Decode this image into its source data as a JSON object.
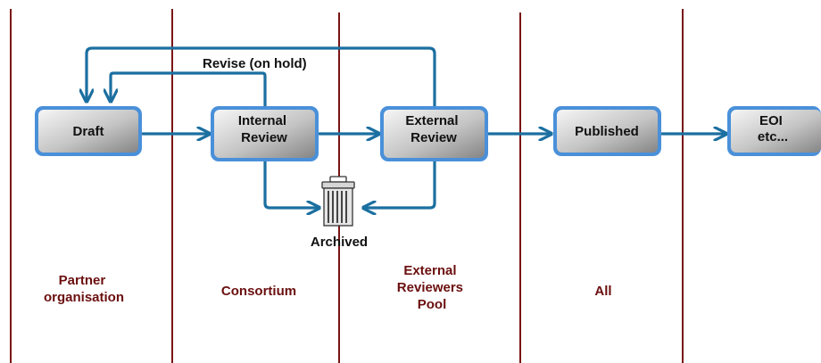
{
  "colors": {
    "divider": "#7a1414",
    "lane_label": "#6b0f0f",
    "arrow": "#1b6fa0",
    "box_border": "#4a90d9",
    "box_fill_light": "#f4f4f4",
    "box_fill_dark": "#8e8e8e"
  },
  "boxes": {
    "draft": {
      "lines": [
        "Draft"
      ]
    },
    "internal_review": {
      "lines": [
        "Internal",
        "Review"
      ]
    },
    "external_review": {
      "lines": [
        "External",
        "Review"
      ]
    },
    "published": {
      "lines": [
        "Published"
      ]
    },
    "eoi": {
      "lines": [
        "EOI",
        "etc..."
      ]
    }
  },
  "annotations": {
    "revise": "Revise (on hold)",
    "archived": "Archived"
  },
  "archive_icon": "trash-bin-icon",
  "lanes": {
    "partner": {
      "lines": [
        "Partner",
        "organisation"
      ]
    },
    "consortium": {
      "lines": [
        "Consortium"
      ]
    },
    "external_pool": {
      "lines": [
        "External",
        "Reviewers",
        "Pool"
      ]
    },
    "all": {
      "lines": [
        "All"
      ]
    }
  }
}
